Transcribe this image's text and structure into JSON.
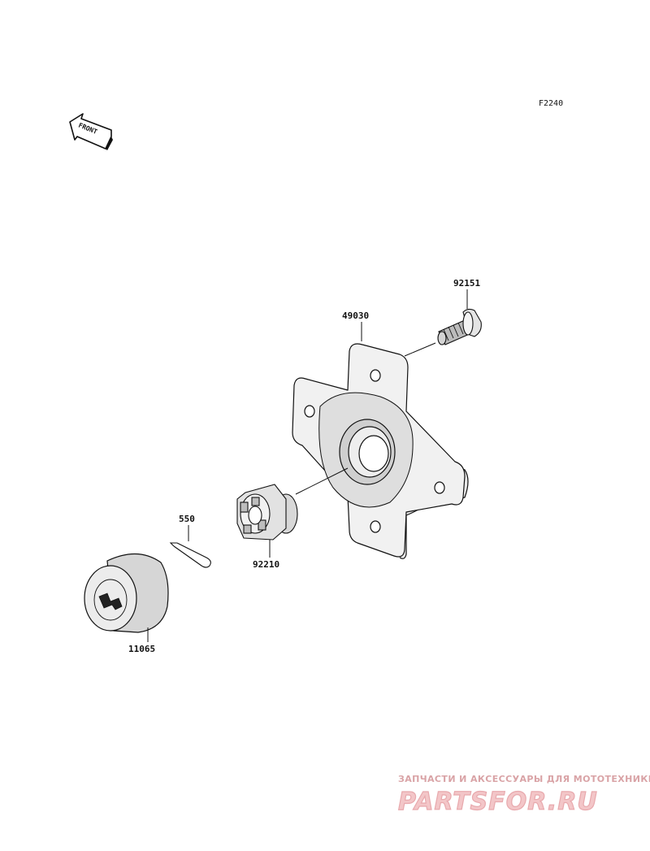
{
  "figure_code": "F2240",
  "front_label": "FRONT",
  "parts": [
    {
      "number": "92151"
    },
    {
      "number": "49030"
    },
    {
      "number": "550"
    },
    {
      "number": "92210"
    },
    {
      "number": "11065"
    }
  ],
  "watermark": {
    "tagline": "ЗАПЧАСТИ И АКСЕССУАРЫ ДЛЯ МОТОТЕХНИКИ",
    "brand": "PARTSFOR.RU",
    "color": "#e8a9ad"
  }
}
